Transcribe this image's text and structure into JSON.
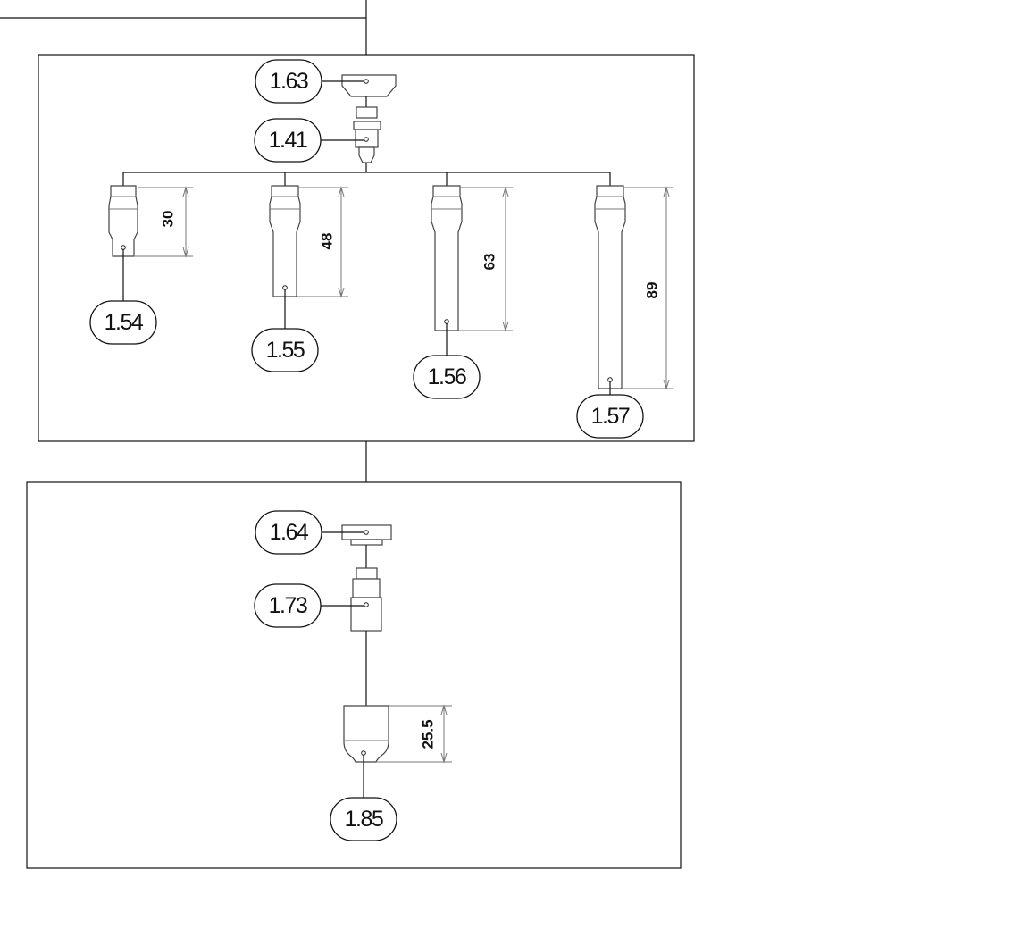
{
  "top_assembly": {
    "cap_label": "1.63",
    "adapter_label": "1.41",
    "nozzles": [
      {
        "label": "1.54",
        "length": "30"
      },
      {
        "label": "1.55",
        "length": "48"
      },
      {
        "label": "1.56",
        "length": "63"
      },
      {
        "label": "1.57",
        "length": "89"
      }
    ]
  },
  "bottom_assembly": {
    "cap_label": "1.64",
    "adapter_label": "1.73",
    "nozzle_label": "1.85",
    "nozzle_length": "25.5"
  }
}
